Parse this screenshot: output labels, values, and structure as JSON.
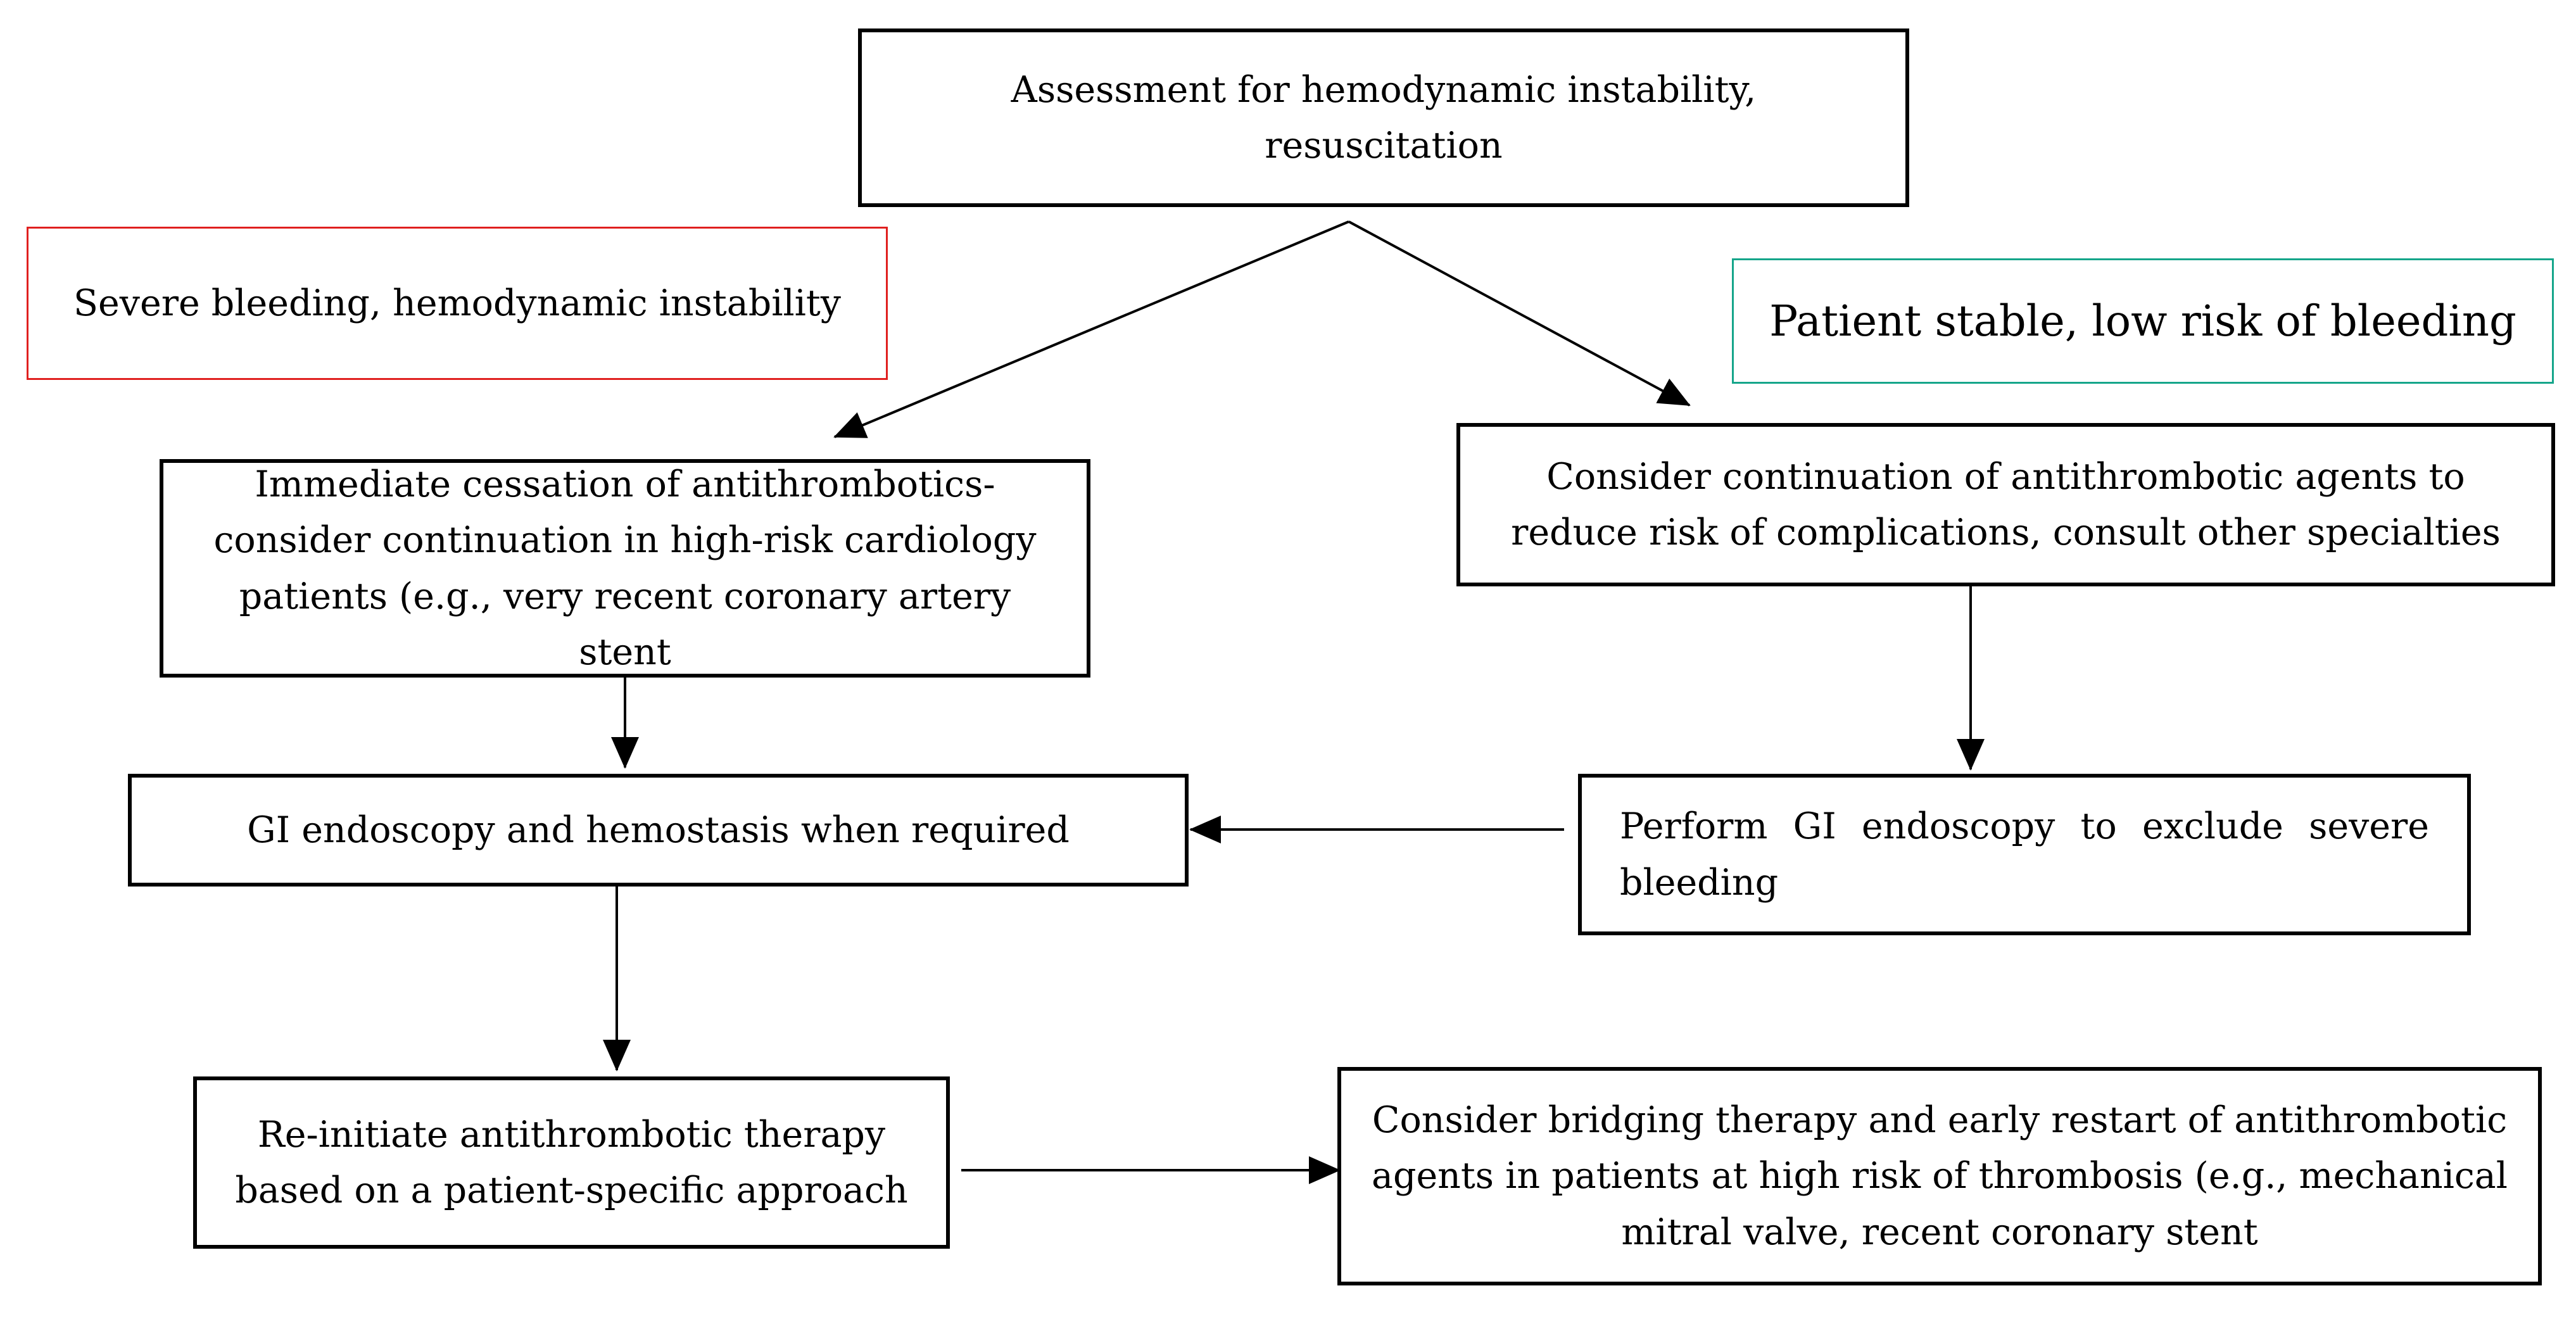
{
  "diagram": {
    "nodes": {
      "assessment": "Assessment for hemodynamic instability, resuscitation",
      "severe_label": "Severe bleeding, hemodynamic instability",
      "stable_label": "Patient stable, low risk of bleeding",
      "cessation": "Immediate cessation of antithrombotics- consider continuation in high-risk cardiology patients (e.g., very recent coronary artery stent",
      "continuation": "Consider continuation of antithrombotic agents to reduce risk of complications, consult other specialties",
      "endoscopy_hemostasis": "GI endoscopy and hemostasis when required",
      "perform_endoscopy": "Perform GI endoscopy to exclude severe bleeding",
      "reinitiate": "Re-initiate antithrombotic therapy based on a patient-specific approach",
      "bridging": "Consider bridging therapy and early restart of antithrombotic agents in patients at high risk of thrombosis (e.g., mechanical mitral valve, recent coronary stent"
    },
    "colors": {
      "severe_border": "#e0201f",
      "stable_border": "#15a58a",
      "line": "#000000"
    }
  }
}
